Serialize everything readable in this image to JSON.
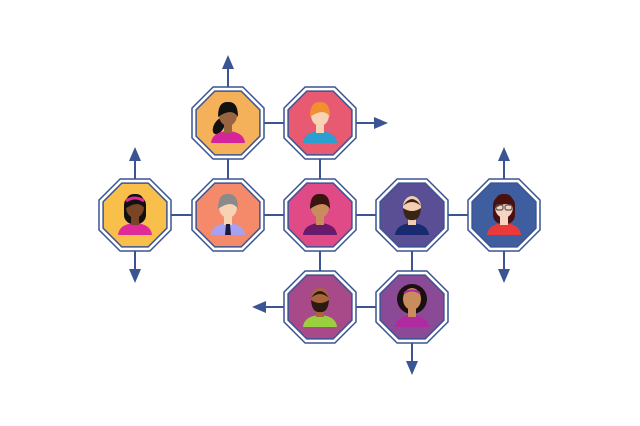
{
  "colors": {
    "line": "#3b5494",
    "frame": "#ffffff",
    "background": "#ffffff"
  },
  "nodes": [
    {
      "id": "woman-ponytail",
      "fill": "#f4b15a",
      "skin": "#9a6440",
      "hair": "#111111",
      "shirt": "#d6249a",
      "hairstyle": "ponytail"
    },
    {
      "id": "man-ginger",
      "fill": "#e85a72",
      "skin": "#f7d3b4",
      "hair": "#f09030",
      "shirt": "#2a9fd0",
      "hairstyle": "short"
    },
    {
      "id": "woman-headband",
      "fill": "#f8c04a",
      "skin": "#7a4426",
      "hair": "#111111",
      "shirt": "#e02a9a",
      "hairstyle": "long-headband"
    },
    {
      "id": "man-grey",
      "fill": "#f58a6a",
      "skin": "#f7d3b4",
      "hair": "#8a8a8a",
      "shirt": "#a8a0f0",
      "hairstyle": "short-tie"
    },
    {
      "id": "woman-short-hair",
      "fill": "#e04a86",
      "skin": "#c98c5c",
      "hair": "#3a1410",
      "shirt": "#6a1a6a",
      "hairstyle": "bob"
    },
    {
      "id": "man-beard",
      "fill": "#5a4f94",
      "skin": "#f3cdb0",
      "hair": "#3a2416",
      "shirt": "#1a2a70",
      "hairstyle": "beard"
    },
    {
      "id": "woman-glasses",
      "fill": "#3f5ea0",
      "skin": "#f7d3c4",
      "hair": "#4a1010",
      "shirt": "#e83a3a",
      "hairstyle": "long-glasses"
    },
    {
      "id": "man-green-shirt",
      "fill": "#a84a8a",
      "skin": "#a8643a",
      "hair": "#2a1a10",
      "shirt": "#9ad040",
      "hairstyle": "short-beard"
    },
    {
      "id": "woman-afro",
      "fill": "#8a4a96",
      "skin": "#c98c5c",
      "hair": "#1a1010",
      "shirt": "#b02aa0",
      "hairstyle": "afro"
    }
  ],
  "edges": [
    [
      0,
      1
    ],
    [
      0,
      3
    ],
    [
      1,
      4
    ],
    [
      2,
      3
    ],
    [
      3,
      4
    ],
    [
      4,
      5
    ],
    [
      5,
      6
    ],
    [
      4,
      7
    ],
    [
      5,
      8
    ],
    [
      7,
      8
    ]
  ],
  "arrows": [
    {
      "node": 0,
      "direction": "up"
    },
    {
      "node": 1,
      "direction": "right"
    },
    {
      "node": 2,
      "direction": "up"
    },
    {
      "node": 2,
      "direction": "down"
    },
    {
      "node": 6,
      "direction": "up"
    },
    {
      "node": 6,
      "direction": "down"
    },
    {
      "node": 7,
      "direction": "left"
    },
    {
      "node": 8,
      "direction": "down"
    }
  ]
}
